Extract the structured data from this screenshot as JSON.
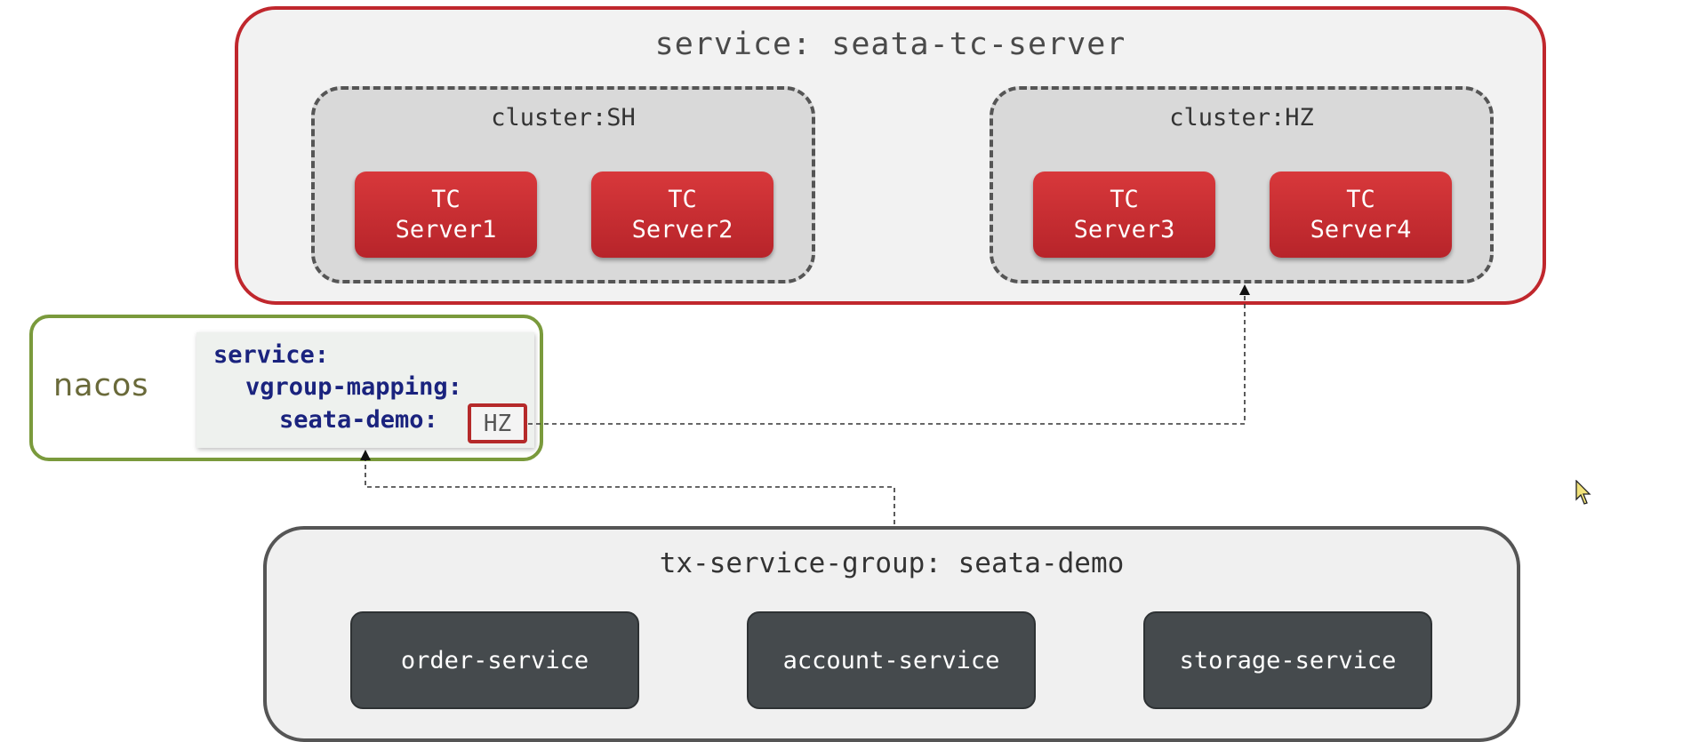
{
  "service": {
    "title": "service: seata-tc-server",
    "clusters": [
      {
        "title": "cluster:SH",
        "servers": [
          {
            "line1": "TC",
            "line2": "Server1"
          },
          {
            "line1": "TC",
            "line2": "Server2"
          }
        ]
      },
      {
        "title": "cluster:HZ",
        "servers": [
          {
            "line1": "TC",
            "line2": "Server3"
          },
          {
            "line1": "TC",
            "line2": "Server4"
          }
        ]
      }
    ]
  },
  "nacos": {
    "label": "nacos",
    "code": {
      "line1": "service:",
      "line2": "vgroup-mapping:",
      "line3": "seata-demo:",
      "value": "HZ"
    }
  },
  "tx_group": {
    "title": "tx-service-group: seata-demo",
    "services": [
      "order-service",
      "account-service",
      "storage-service"
    ]
  },
  "colors": {
    "service_border": "#c0272d",
    "tc_server": "#c62f33",
    "nacos_border": "#7a9a3c",
    "code_keyword": "#1a237e",
    "hz_border": "#b52a2a",
    "service_box": "#454a4d"
  }
}
